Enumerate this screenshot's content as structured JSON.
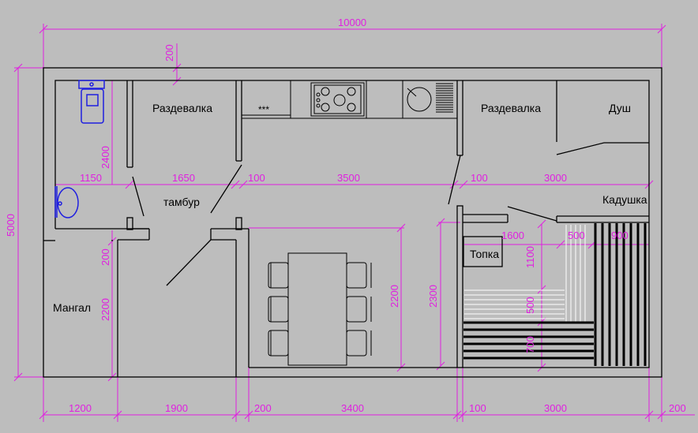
{
  "colors": {
    "background": "#bdbdbd",
    "wall": "#000000",
    "dimension": "#e01fe0",
    "fixture": "#1f1fe0"
  },
  "rooms": {
    "changing_room_left": "Раздевалка",
    "changing_room_right": "Раздевалка",
    "shower": "Душ",
    "vestibule": "тамбур",
    "tub": "Кадушка",
    "firebox": "Топка",
    "grill": "Мангал"
  },
  "kitchen": {
    "stove_marker": "***"
  },
  "dimensions": {
    "overall_width": "10000",
    "overall_height": "5000",
    "top_offset": "200",
    "left_room_height": "2400",
    "mid_1150": "1150",
    "mid_1650": "1650",
    "mid_100a": "100",
    "mid_3500": "3500",
    "mid_100b": "100",
    "mid_3000": "3000",
    "grill_gap": "200",
    "grill_height": "2200",
    "table_height": "2200",
    "sauna_height": "2300",
    "steam_1600": "1600",
    "steam_500": "500",
    "steam_900": "900",
    "steam_1100": "1100",
    "steam_500v": "500",
    "steam_700": "700",
    "bottom_1200": "1200",
    "bottom_1900": "1900",
    "bottom_200": "200",
    "bottom_3400": "3400",
    "bottom_100": "100",
    "bottom_3000": "3000",
    "bottom_200b": "200"
  }
}
